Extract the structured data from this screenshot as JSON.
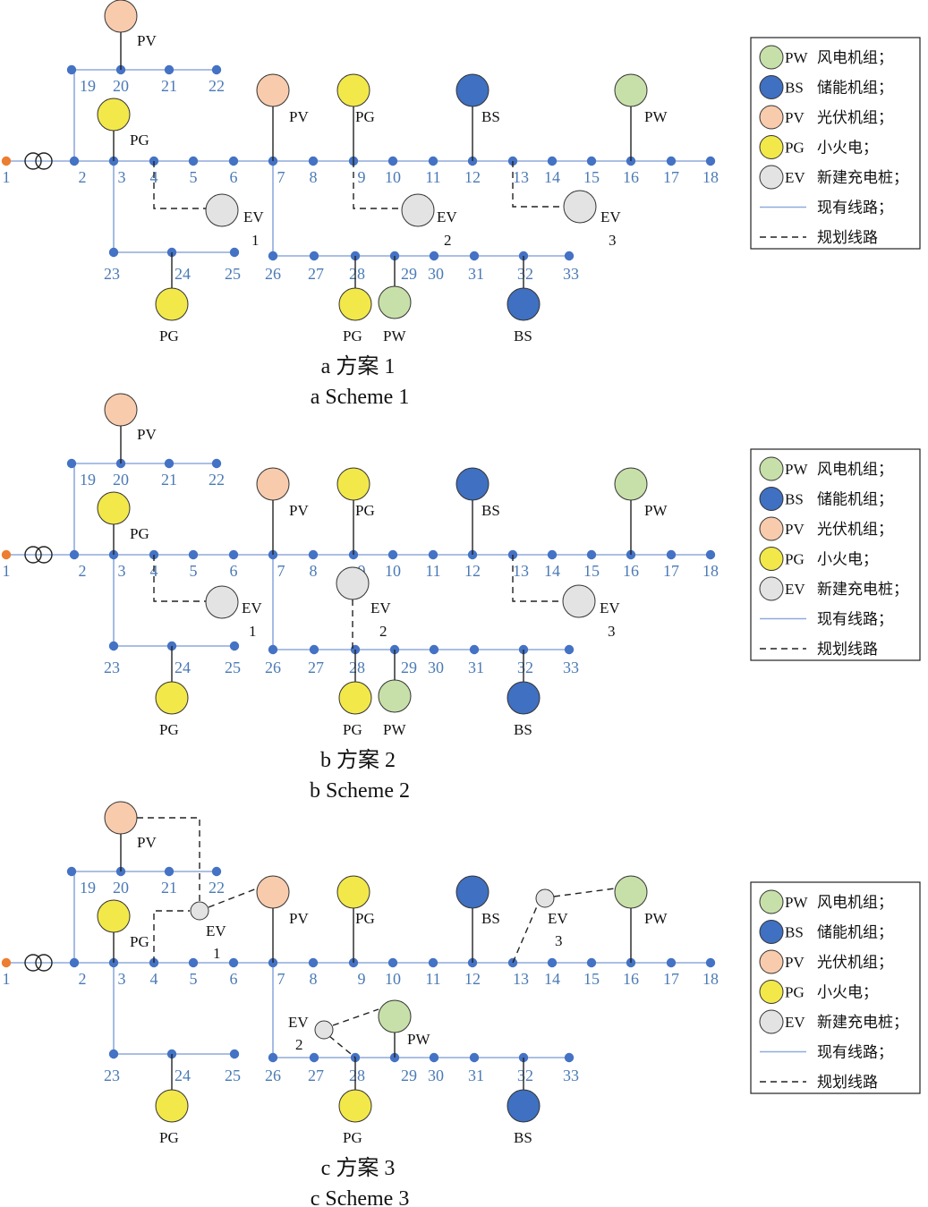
{
  "colors": {
    "PV": "#f8cbad",
    "PG": "#f2e84a",
    "BS": "#3f70c1",
    "PW": "#c7e0a9",
    "EV": "#e3e3e3",
    "existing_line": "#8faadc",
    "planned_line": "#222222",
    "bus": "#4472c4",
    "source_bus": "#ed7d31"
  },
  "legend": [
    {
      "code": "PW",
      "label": "风电机组；"
    },
    {
      "code": "BS",
      "label": "储能机组；"
    },
    {
      "code": "PV",
      "label": "光伏机组；"
    },
    {
      "code": "PG",
      "label": "小火电；"
    },
    {
      "code": "EV",
      "label": "新建充电桩；"
    },
    {
      "code": "line-existing",
      "label": "现有线路；"
    },
    {
      "code": "line-planned",
      "label": "规划线路"
    }
  ],
  "schemes": [
    {
      "caption_cn": "a  方案 1",
      "caption_en": "a  Scheme 1"
    },
    {
      "caption_cn": "b  方案 2",
      "caption_en": "b  Scheme 2"
    },
    {
      "caption_cn": "c  方案 3",
      "caption_en": "c  Scheme 3"
    }
  ],
  "bus_numbers": [
    "1",
    "2",
    "3",
    "4",
    "5",
    "6",
    "7",
    "8",
    "9",
    "10",
    "11",
    "12",
    "13",
    "14",
    "15",
    "16",
    "17",
    "18",
    "19",
    "20",
    "21",
    "22",
    "23",
    "24",
    "25",
    "26",
    "27",
    "28",
    "29",
    "30",
    "31",
    "32",
    "33"
  ],
  "device_labels": {
    "PV": "PV",
    "PG": "PG",
    "BS": "BS",
    "PW": "PW",
    "EV": "EV"
  },
  "ev_numbers": [
    "1",
    "2",
    "3"
  ]
}
